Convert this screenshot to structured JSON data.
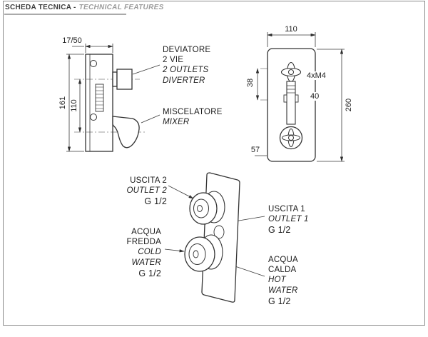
{
  "header": {
    "title_it": "SCHEDA TECNICA -",
    "title_en": "TECHNICAL FEATURES"
  },
  "front_view": {
    "dim_depth": "17/50",
    "dim_total_height": "161",
    "dim_centers_height": "110",
    "diverter_label": {
      "line1": "DEVIATORE",
      "line2": "2 VIE",
      "line3": "2 OUTLETS",
      "line4": "DIVERTER"
    },
    "mixer_label": {
      "line1": "MISCELATORE",
      "line2": "MIXER"
    }
  },
  "plate_view": {
    "dim_width": "110",
    "dim_handle_offset": "38",
    "screws_label": "4xM4",
    "dim_screw_spacing": "40",
    "dim_height": "260",
    "dim_center_offset": "57"
  },
  "perspective_view": {
    "outlet2": {
      "line1": "USCITA 2",
      "line2": "OUTLET 2",
      "size": "G 1/2"
    },
    "outlet1": {
      "line1": "USCITA 1",
      "line2": "OUTLET 1",
      "size": "G 1/2"
    },
    "cold_water": {
      "line1": "ACQUA",
      "line2": "FREDDA",
      "line3": "COLD",
      "line4": "WATER",
      "size": "G 1/2"
    },
    "hot_water": {
      "line1": "ACQUA",
      "line2": "CALDA",
      "line3": "HOT",
      "line4": "WATER",
      "size": "G 1/2"
    }
  }
}
